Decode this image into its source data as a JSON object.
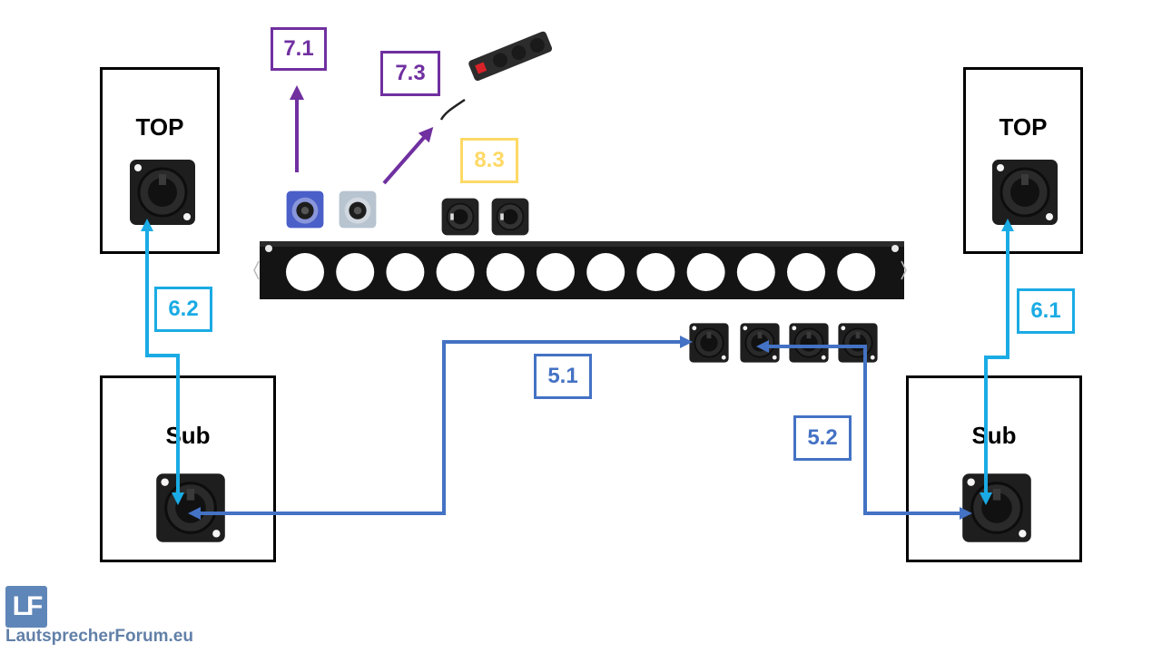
{
  "boxes": {
    "top_left": "TOP",
    "top_right": "TOP",
    "sub_left": "Sub",
    "sub_right": "Sub"
  },
  "labels": {
    "l71": "7.1",
    "l73": "7.3",
    "l83": "8.3",
    "l62": "6.2",
    "l61": "6.1",
    "l51": "5.1",
    "l52": "5.2"
  },
  "brand": {
    "logo": "LF",
    "name": "LautsprecherForum.eu"
  },
  "colors": {
    "purple": "#7030a0",
    "yellow": "#ffd966",
    "cyan": "#1aabe4",
    "blue": "#4472c4",
    "powercon_blue": "#4a5fc8",
    "powercon_grey": "#b8c4d0"
  },
  "icons": [
    "speakon-socket-icon",
    "powercon-socket-icon",
    "xlr-socket-icon",
    "power-strip-icon",
    "rack-panel"
  ]
}
